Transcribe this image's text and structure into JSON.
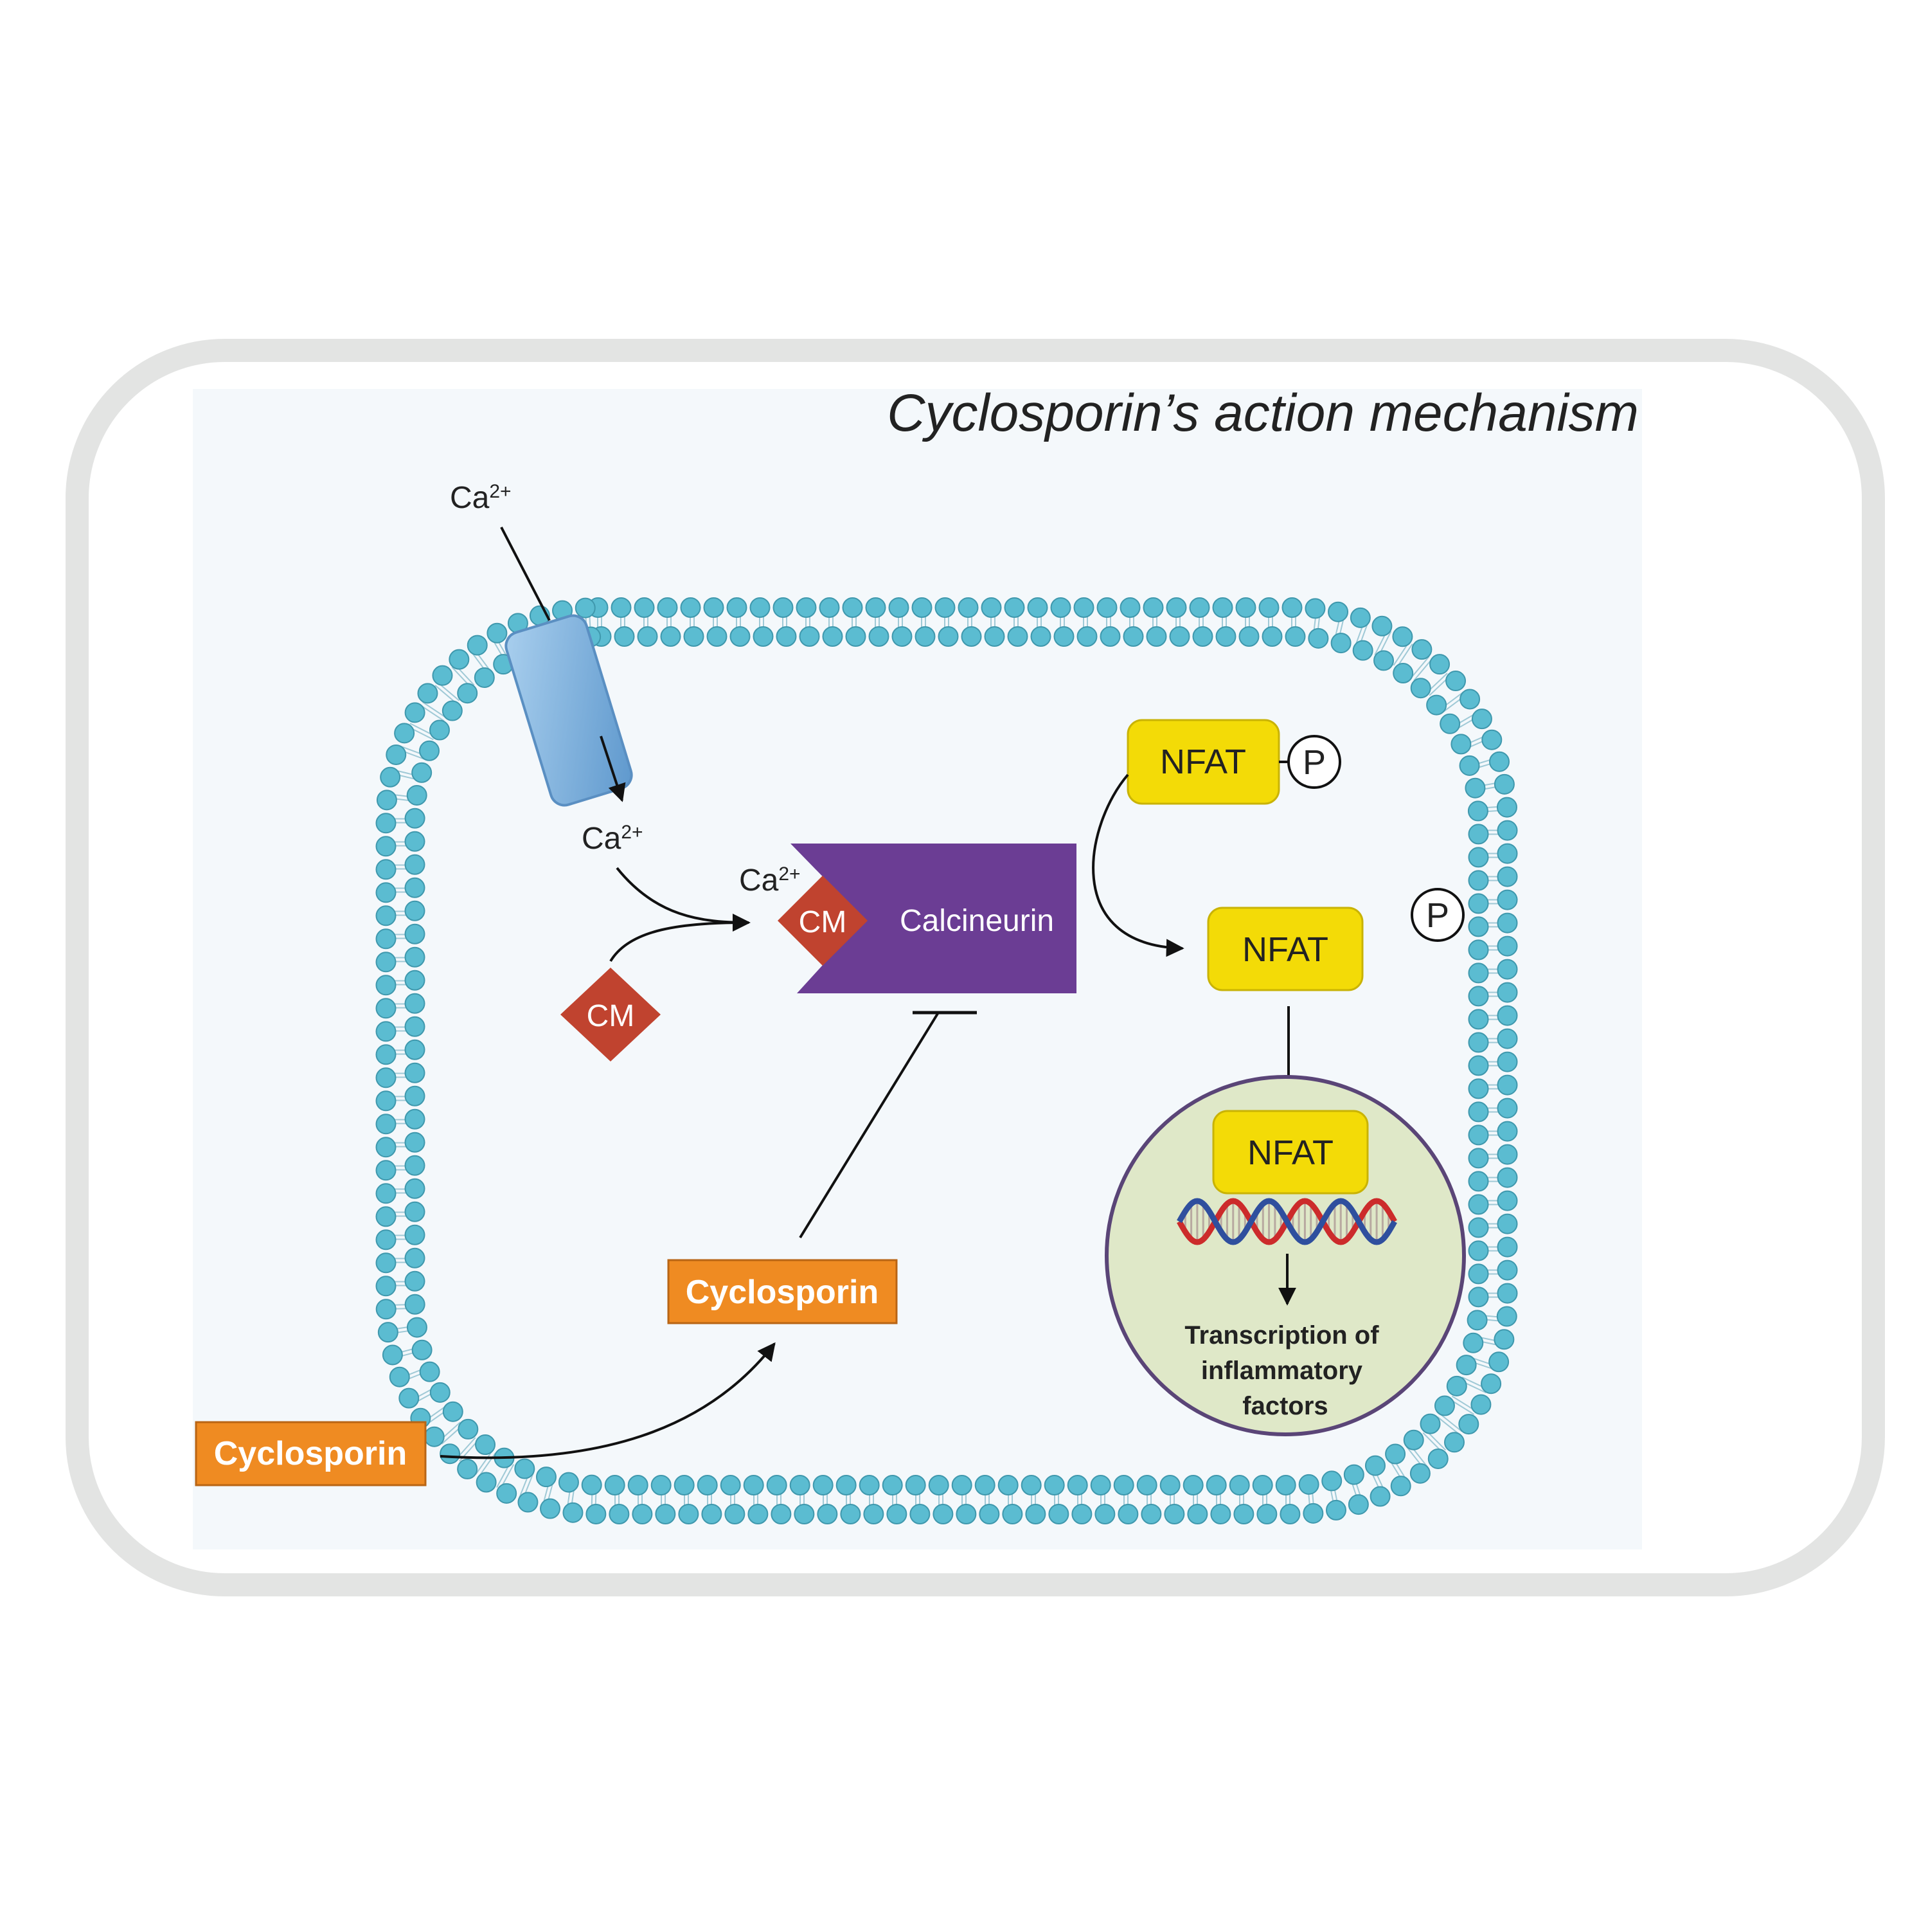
{
  "title": "Cyclosporin’s action mechanism",
  "ion": {
    "base": "Ca",
    "superscript": "2+"
  },
  "calmodulin_label": "CM",
  "calcineurin_label": "Calcineurin",
  "nfat_label": "NFAT",
  "phosphate_label": "P",
  "drug_label": "Cyclosporin",
  "nucleus_text": [
    "Transcription of",
    "inflammatory",
    "factors"
  ],
  "icons": [
    "calcium-channel-icon",
    "dna-helix-icon",
    "lipid-bilayer-icon"
  ],
  "colors": {
    "membrane": "#5bbcd1",
    "channel": "#7fb6e0",
    "calmodulin": "#c0432f",
    "calcineurin": "#6b3d94",
    "nfat": "#f3db07",
    "drug": "#ef8b22",
    "nucleus": "#dfe8c8",
    "nucleus_border": "#5a4577"
  }
}
